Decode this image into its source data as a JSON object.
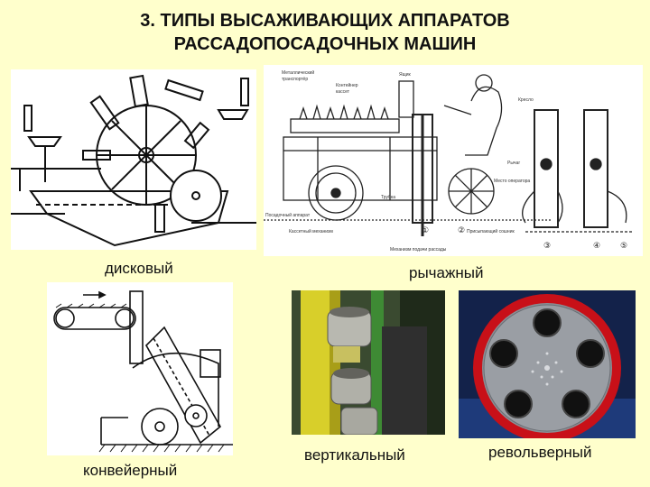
{
  "slide": {
    "title_line1": "3. ТИПЫ ВЫСАЖИВАЮЩИХ АППАРАТОВ",
    "title_line2": "РАССАДОПОСАДОЧНЫХ МАШИН"
  },
  "panels": {
    "disk": {
      "caption": "дисковый"
    },
    "lever": {
      "caption": "рычажный",
      "labels": {
        "top1": "Металлический",
        "top1b": "транспортёр",
        "top2": "Контейнер",
        "top2b": "кассет",
        "top3": "Кресло",
        "top4": "Рычаг",
        "top5": "Ящик",
        "tube": "Трубка",
        "bottom1": "Механизм подачи рассады",
        "bottom2": "Кассетный механизм",
        "bottom3": "Присыпающий сошник",
        "left1": "Посадочный аппарат",
        "right1": "Место оператора",
        "num1": "①",
        "num2": "②",
        "num3": "③",
        "num4": "④",
        "num5": "⑤"
      }
    },
    "conveyor": {
      "caption": "конвейерный"
    },
    "vertical": {
      "caption": "вертикальный"
    },
    "revolver": {
      "caption": "револьверный"
    }
  },
  "colors": {
    "background": "#ffffcc",
    "yellow_machine": "#d8cf2a",
    "green_frame": "#3e8a34",
    "revolver_rim": "#c81018",
    "revolver_plate": "#8a8e94"
  }
}
